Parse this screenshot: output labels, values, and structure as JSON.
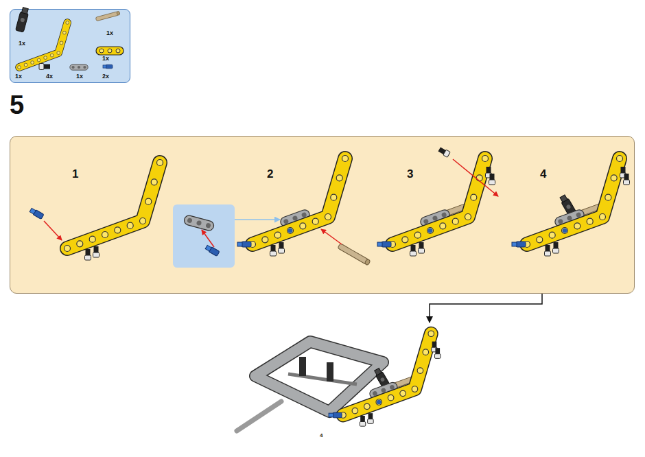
{
  "diagram": {
    "nodes": [
      {
        "text": [
          "1x",
          "1x",
          "1x",
          "1x",
          "4x",
          "1x",
          "2x"
        ]
      },
      {
        "text": [
          "1",
          "2",
          "3",
          "4"
        ]
      }
    ],
    "labels": [
      "5",
      "4"
    ]
  }
}
